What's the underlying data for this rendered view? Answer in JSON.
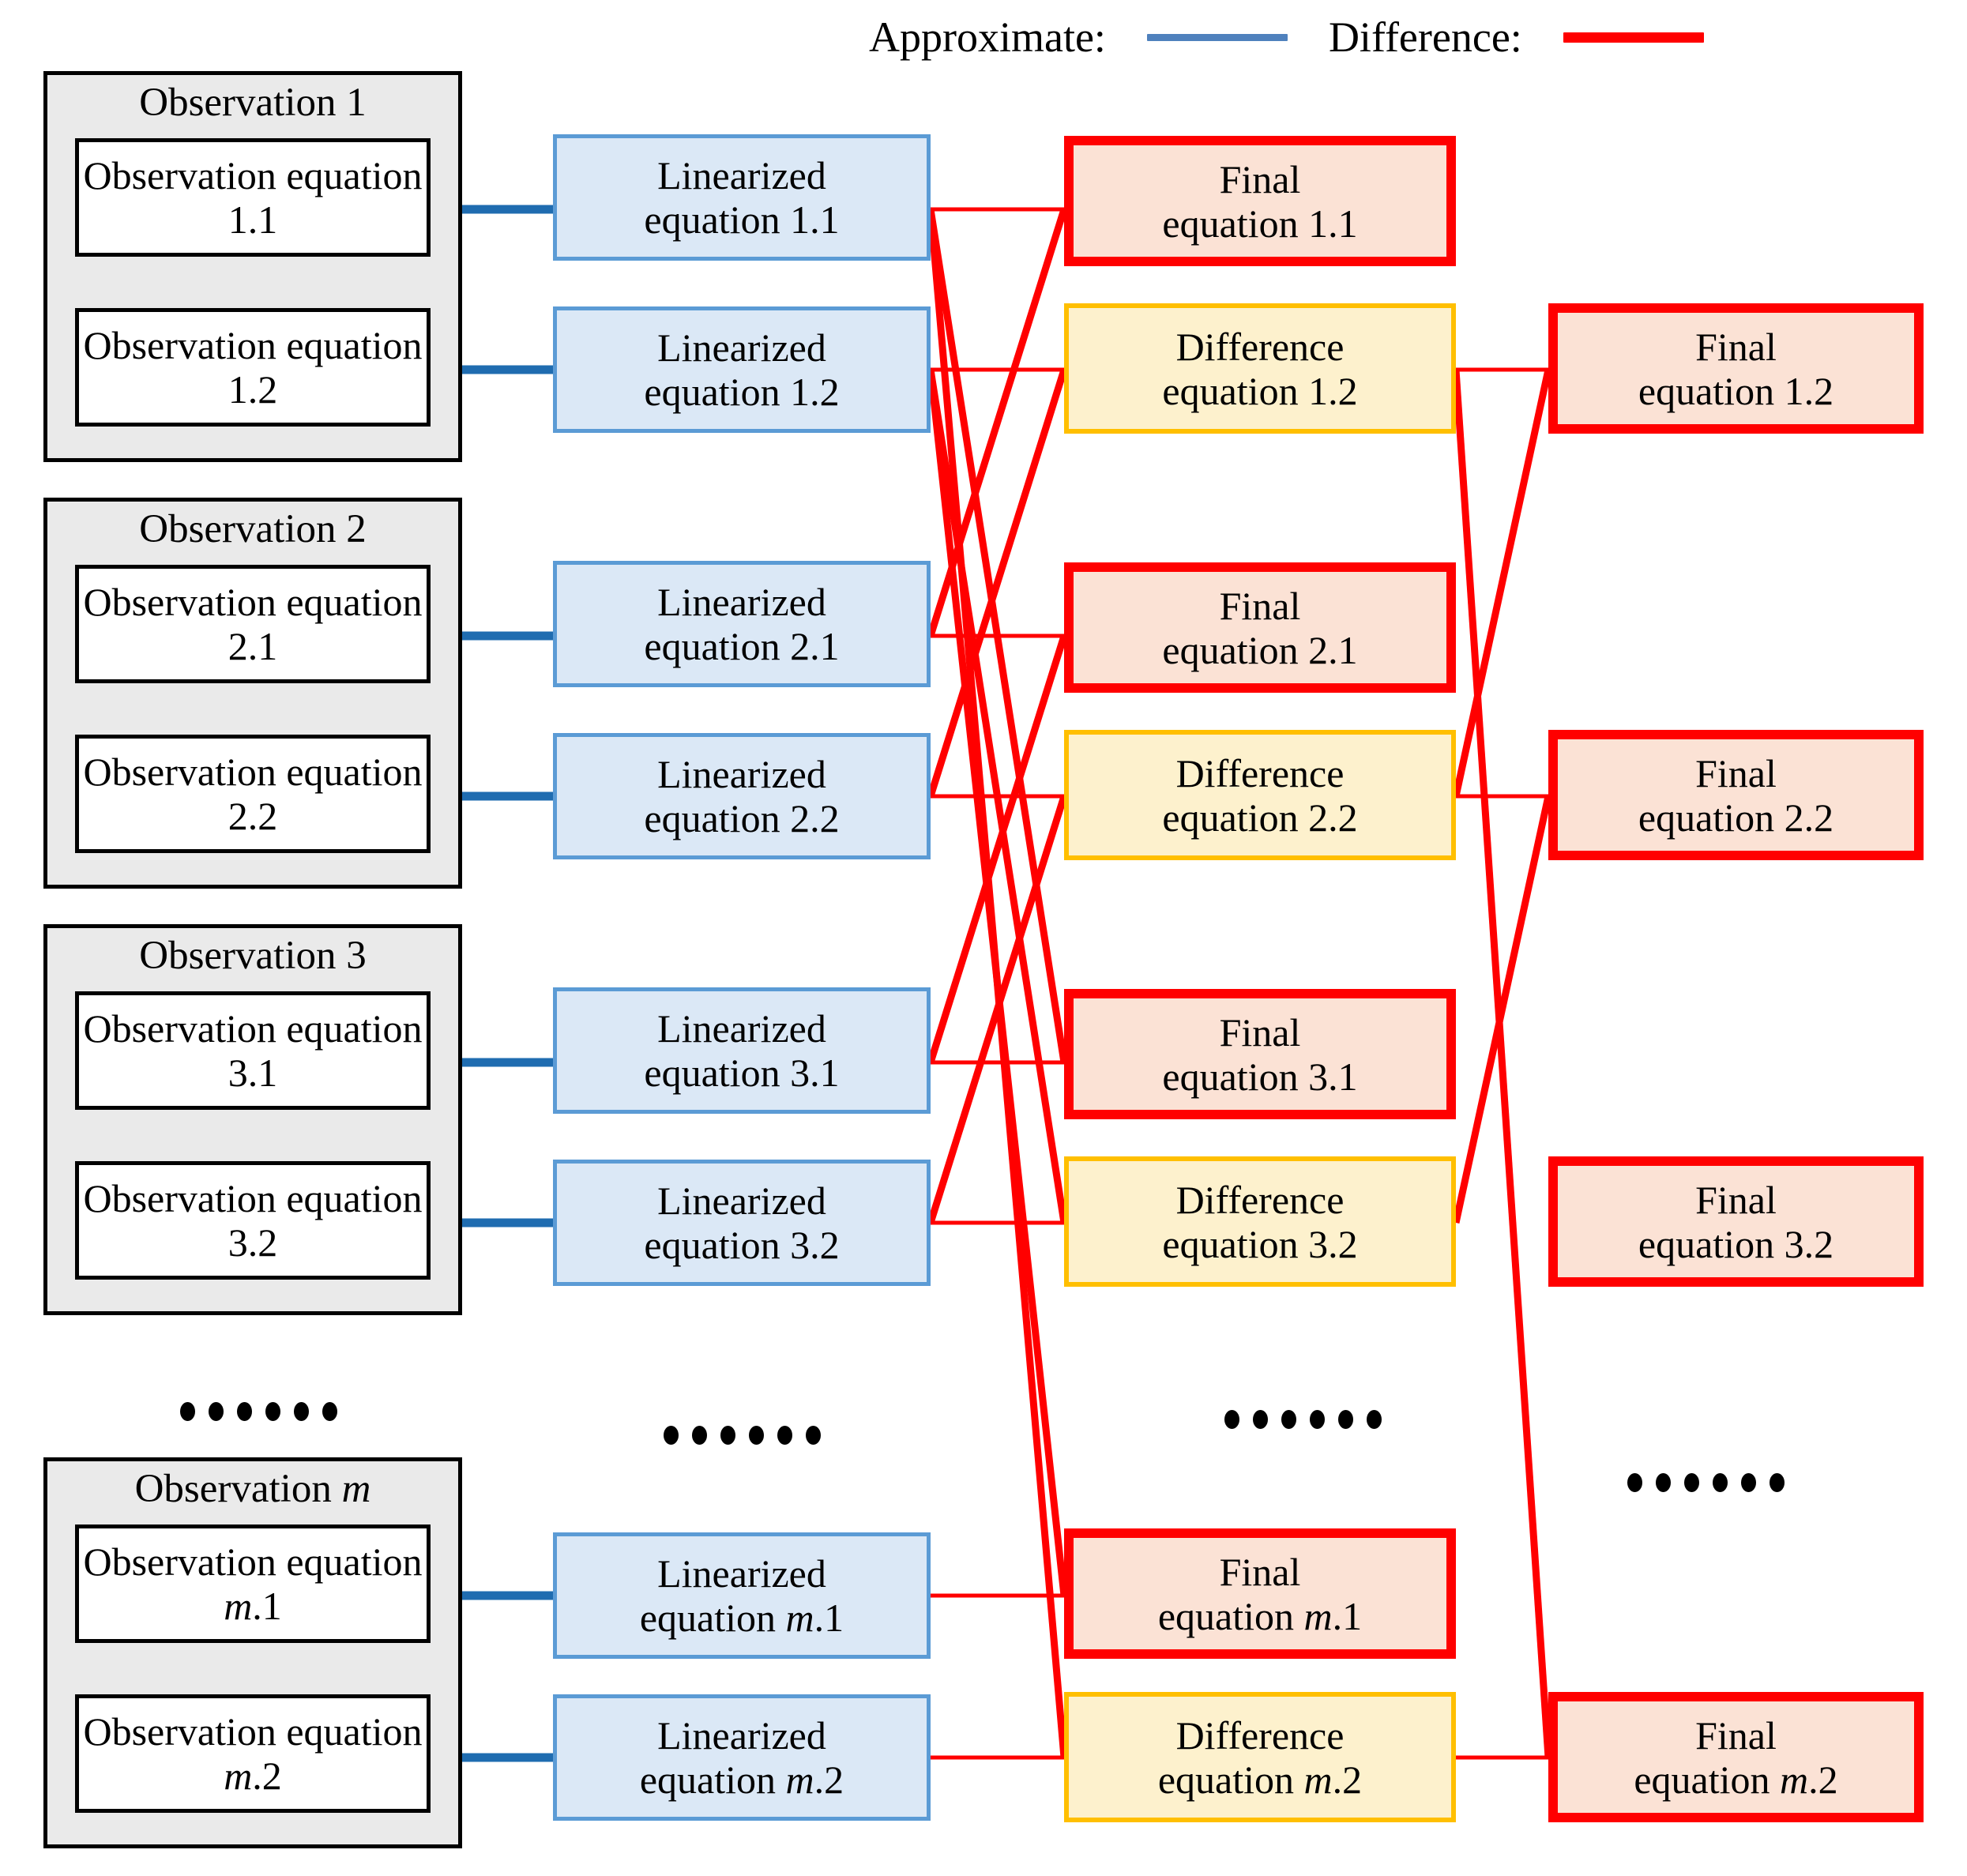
{
  "legend": {
    "approximate_label": "Approximate:",
    "approximate_color": "#4f81bd",
    "difference_label": "Difference:",
    "difference_color": "#ff0000"
  },
  "colors": {
    "observation_group_fill": "#eaeaea",
    "observation_group_border": "#000000",
    "observation_eq_fill": "#ffffff",
    "observation_eq_border": "#000000",
    "linearized_fill": "#dbe8f6",
    "linearized_border": "#5b9bd5",
    "final_fill": "#fbe2d5",
    "final_border": "#ff0000",
    "difference_fill": "#fdf1cd",
    "difference_border": "#ffbf00",
    "approximate_line": "#1f6cb0",
    "difference_line": "#ff0000"
  },
  "observation_groups": [
    {
      "title": "Observation 1",
      "equations": [
        "Observation\nequation 1.1",
        "Observation\nequation 1.2"
      ]
    },
    {
      "title": "Observation 2",
      "equations": [
        "Observation\nequation 2.1",
        "Observation\nequation 2.2"
      ]
    },
    {
      "title": "Observation 3",
      "equations": [
        "Observation\nequation 3.1",
        "Observation\nequation 3.2"
      ]
    },
    {
      "title": "Observation m",
      "equations": [
        "Observation\nequation m.1",
        "Observation\nequation m.2"
      ]
    }
  ],
  "linearized_equations": [
    "Linearized\nequation 1.1",
    "Linearized\nequation 1.2",
    "Linearized\nequation 2.1",
    "Linearized\nequation 2.2",
    "Linearized\nequation 3.1",
    "Linearized\nequation 3.2",
    "Linearized\nequation m.1",
    "Linearized\nequation m.2"
  ],
  "middle_column": [
    {
      "kind": "final",
      "text": "Final\nequation 1.1"
    },
    {
      "kind": "difference",
      "text": "Difference\nequation 1.2"
    },
    {
      "kind": "final",
      "text": "Final\nequation 2.1"
    },
    {
      "kind": "difference",
      "text": "Difference\nequation 2.2"
    },
    {
      "kind": "final",
      "text": "Final\nequation 3.1"
    },
    {
      "kind": "difference",
      "text": "Difference\nequation 3.2"
    },
    {
      "kind": "final",
      "text": "Final\nequation m.1"
    },
    {
      "kind": "difference",
      "text": "Difference\nequation m.2"
    }
  ],
  "right_column": [
    {
      "text": "Final\nequation 1.2"
    },
    {
      "text": "Final\nequation 2.2"
    },
    {
      "text": "Final\nequation 3.2"
    },
    {
      "text": "Final\nequation m.2"
    }
  ],
  "ellipses": [
    {
      "name": "observation-column-ellipsis",
      "dots": 6
    },
    {
      "name": "linearized-column-ellipsis",
      "dots": 6
    },
    {
      "name": "middle-column-ellipsis",
      "dots": 6
    },
    {
      "name": "right-column-ellipsis",
      "dots": 6
    }
  ]
}
